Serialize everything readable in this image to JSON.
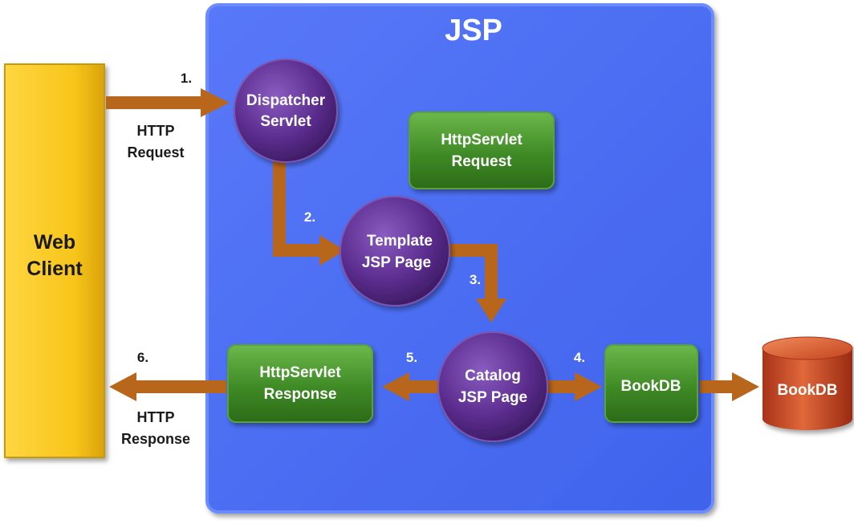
{
  "container": {
    "title": "JSP"
  },
  "web_client": {
    "line1": "Web",
    "line2": "Client"
  },
  "nodes": {
    "dispatcher_servlet": {
      "line1": "Dispatcher",
      "line2": "Servlet"
    },
    "template_jsp_page": {
      "line1": "Template",
      "line2": "JSP Page"
    },
    "catalog_jsp_page": {
      "line1": "Catalog",
      "line2": "JSP Page"
    },
    "httpservlet_request": {
      "line1": "HttpServlet",
      "line2": "Request"
    },
    "httpservlet_response": {
      "line1": "HttpServlet",
      "line2": "Response"
    },
    "bookdb_component": {
      "label": "BookDB"
    },
    "bookdb_database": {
      "label": "BookDB"
    }
  },
  "steps": {
    "s1": "1.",
    "s2": "2.",
    "s3": "3.",
    "s4": "4.",
    "s5": "5.",
    "s6": "6."
  },
  "edge_labels": {
    "request": {
      "line1": "HTTP",
      "line2": "Request"
    },
    "response": {
      "line1": "HTTP",
      "line2": "Response"
    }
  },
  "colors": {
    "container_fill": "#4d6ff5",
    "container_border": "#6b8cff",
    "web_client_fill": "#f7c51b",
    "circle_fill": "#5c2d8f",
    "box_fill": "#3f8a26",
    "arrow": "#b8661b",
    "database": "#c4441e"
  }
}
